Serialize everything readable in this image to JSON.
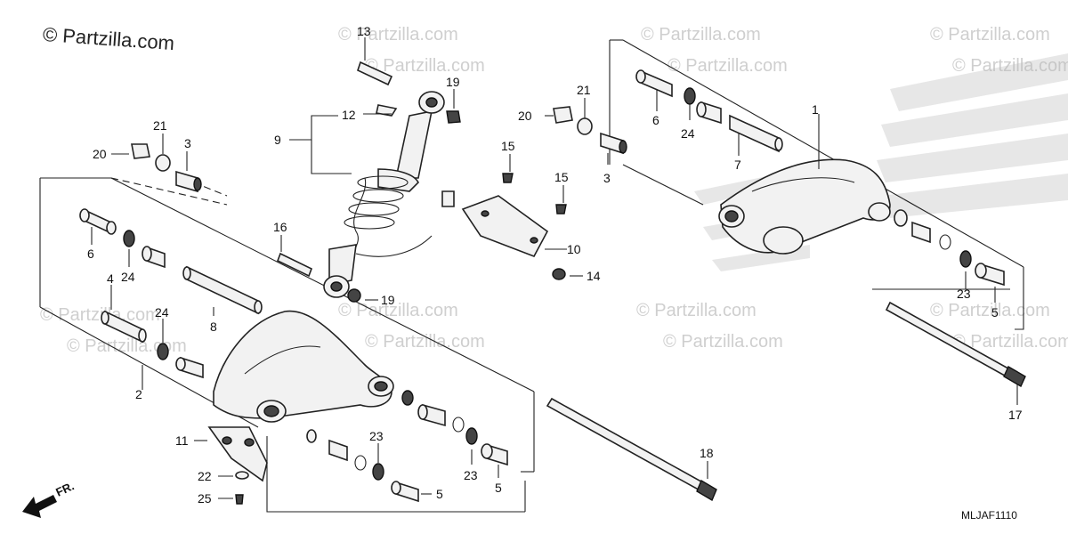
{
  "watermark_main": "© Partzilla.com",
  "watermark_faint": "© Partzilla.com",
  "diagram_code": "MLJAF1110",
  "front_arrow_label": "FR.",
  "callouts": {
    "c1": "1",
    "c2": "2",
    "c3a": "3",
    "c3b": "3",
    "c4": "4",
    "c5a": "5",
    "c5b": "5",
    "c5c": "5",
    "c6a": "6",
    "c6b": "6",
    "c7": "7",
    "c8": "8",
    "c9": "9",
    "c10": "10",
    "c11": "11",
    "c12": "12",
    "c13": "13",
    "c14": "14",
    "c15a": "15",
    "c15b": "15",
    "c16": "16",
    "c17": "17",
    "c18": "18",
    "c19a": "19",
    "c19b": "19",
    "c20a": "20",
    "c20b": "20",
    "c21a": "21",
    "c21b": "21",
    "c22": "22",
    "c23a": "23",
    "c23b": "23",
    "c23c": "23",
    "c24a": "24",
    "c24b": "24",
    "c24c": "24",
    "c25": "25"
  }
}
